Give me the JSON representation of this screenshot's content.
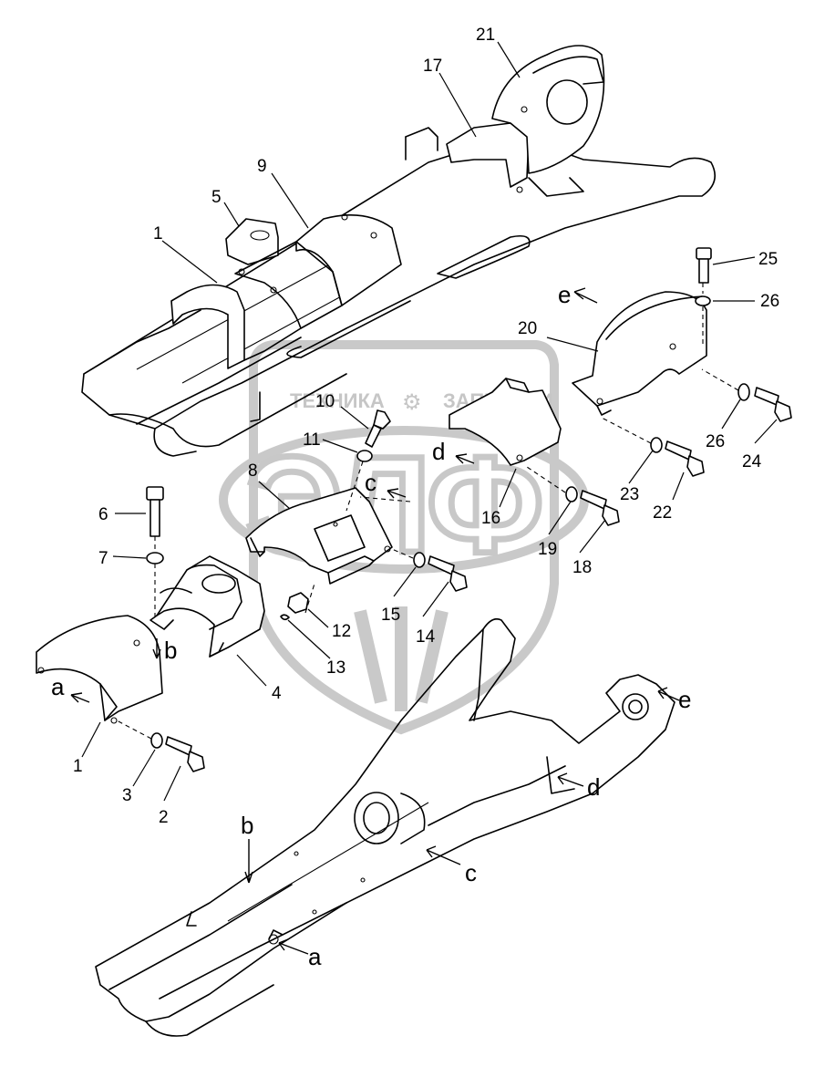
{
  "watermark": {
    "brand_left": "ТЕХНИКА",
    "brand_right": "ЗАПЧАСТИ",
    "logo_letters": "ЭЛФ"
  },
  "callouts": {
    "p1_top": "1",
    "p1_bottom": "1",
    "p2": "2",
    "p3": "3",
    "p4": "4",
    "p5": "5",
    "p6": "6",
    "p7": "7",
    "p8": "8",
    "p9": "9",
    "p10": "10",
    "p11": "11",
    "p12": "12",
    "p13": "13",
    "p14": "14",
    "p15": "15",
    "p16": "16",
    "p17": "17",
    "p18": "18",
    "p19": "19",
    "p20": "20",
    "p21": "21",
    "p22": "22",
    "p23": "23",
    "p24": "24",
    "p25": "25",
    "p26_top": "26",
    "p26_bottom": "26"
  },
  "refs": {
    "a_cover": "a",
    "b_bracket": "b",
    "c_plate": "c",
    "d_guard": "d",
    "e_guard": "e",
    "a_frame": "a",
    "b_frame": "b",
    "c_frame": "c",
    "d_frame": "d",
    "e_frame": "e"
  }
}
